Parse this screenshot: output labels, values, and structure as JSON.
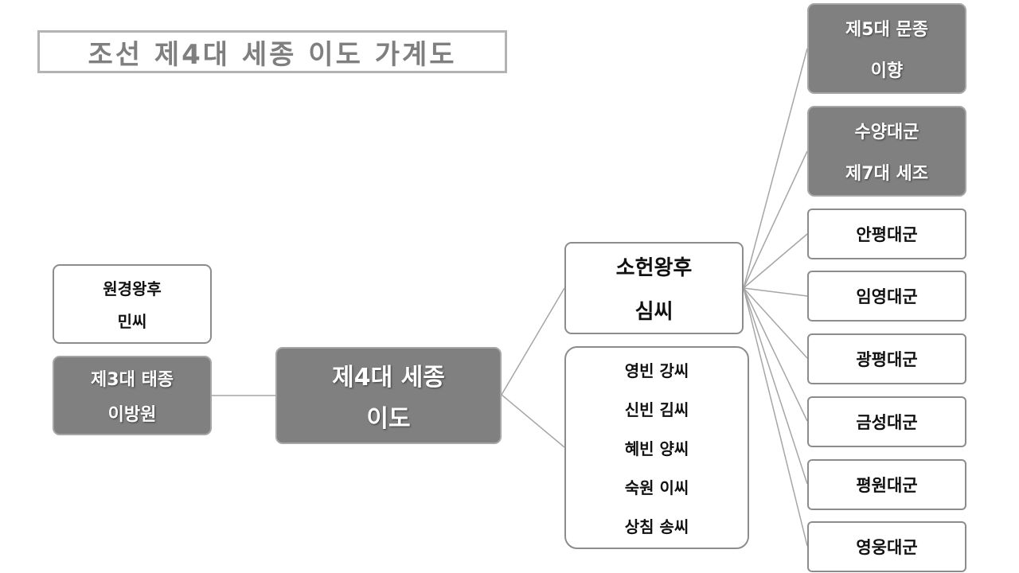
{
  "title": "조선 제4대 세종 이도 가계도",
  "father": {
    "line1": "제3대 태종",
    "line2": "이방원"
  },
  "mother": {
    "line1": "원경왕후",
    "line2": "민씨"
  },
  "subject": {
    "line1": "제4대 세종",
    "line2": "이도"
  },
  "queen": {
    "line1": "소헌왕후",
    "line2": "심씨"
  },
  "consorts": [
    "영빈 강씨",
    "신빈 김씨",
    "혜빈 양씨",
    "숙원 이씨",
    "상침 송씨"
  ],
  "sons": [
    {
      "line1": "제5대 문종",
      "line2": "이향",
      "style": "dark"
    },
    {
      "line1": "수양대군",
      "line2": "제7대 세조",
      "style": "dark"
    },
    {
      "line1": "안평대군",
      "line2": "",
      "style": "light"
    },
    {
      "line1": "임영대군",
      "line2": "",
      "style": "light"
    },
    {
      "line1": "광평대군",
      "line2": "",
      "style": "light"
    },
    {
      "line1": "금성대군",
      "line2": "",
      "style": "light"
    },
    {
      "line1": "평원대군",
      "line2": "",
      "style": "light"
    },
    {
      "line1": "영웅대군",
      "line2": "",
      "style": "light"
    }
  ],
  "colors": {
    "dark_fill": "#808080",
    "connector": "#a6a6a6",
    "title_text": "#7f7f7f"
  }
}
